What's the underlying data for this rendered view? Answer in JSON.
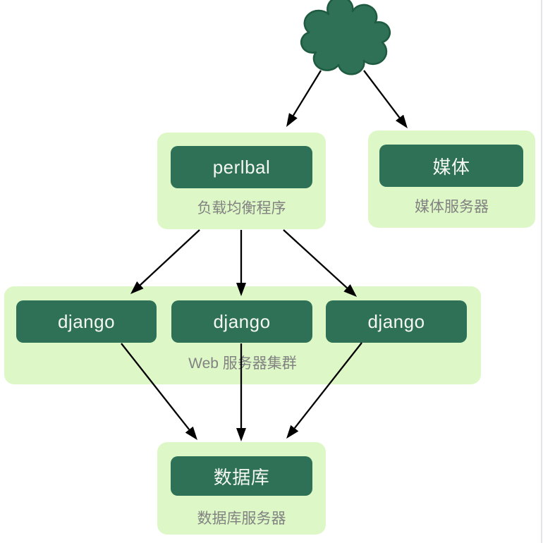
{
  "diagram": {
    "cloud": {
      "name": "internet-cloud"
    },
    "groups": {
      "load_balancer": {
        "node": "perlbal",
        "caption": "负载均衡程序"
      },
      "media": {
        "node": "媒体",
        "caption": "媒体服务器"
      },
      "web_cluster": {
        "nodes": [
          "django",
          "django",
          "django"
        ],
        "caption": "Web 服务器集群"
      },
      "database": {
        "node": "数据库",
        "caption": "数据库服务器"
      }
    },
    "edges": [
      {
        "from": "internet-cloud",
        "to": "perlbal"
      },
      {
        "from": "internet-cloud",
        "to": "media"
      },
      {
        "from": "perlbal",
        "to": "django-1"
      },
      {
        "from": "perlbal",
        "to": "django-2"
      },
      {
        "from": "perlbal",
        "to": "django-3"
      },
      {
        "from": "django-1",
        "to": "database"
      },
      {
        "from": "django-2",
        "to": "database"
      },
      {
        "from": "django-3",
        "to": "database"
      }
    ],
    "colors": {
      "node_fill": "#2e7156",
      "node_stroke": "#1e5b41",
      "group_fill": "#ddf8c6",
      "node_text": "#f4f7f3",
      "caption_text": "#828282",
      "arrow": "#000000"
    }
  }
}
